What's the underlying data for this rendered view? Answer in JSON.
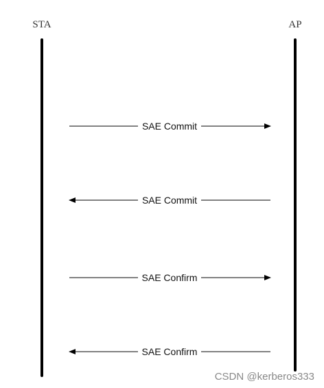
{
  "entities": {
    "left": "STA",
    "right": "AP"
  },
  "messages": [
    {
      "label": "SAE Commit",
      "direction": "to-right"
    },
    {
      "label": "SAE Commit",
      "direction": "to-left"
    },
    {
      "label": "SAE Confirm",
      "direction": "to-right"
    },
    {
      "label": "SAE Confirm",
      "direction": "to-left"
    }
  ],
  "watermark": "CSDN @kerberos333",
  "colors": {
    "line": "#000000",
    "text": "#111111",
    "watermark": "#888888"
  }
}
